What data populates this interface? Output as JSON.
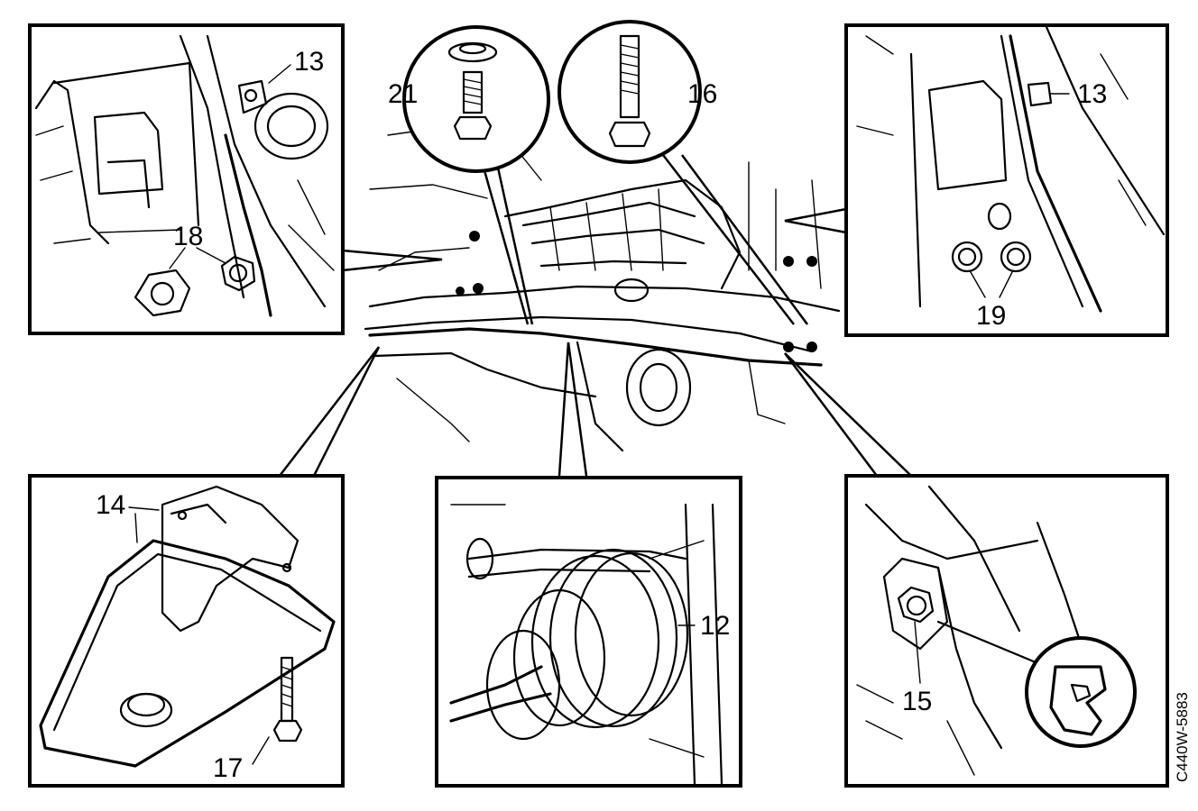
{
  "diagram": {
    "callouts": {
      "c13a": "13",
      "c18": "18",
      "c21": "21",
      "c16": "16",
      "c13b": "13",
      "c19": "19",
      "c14": "14",
      "c17": "17",
      "c12": "12",
      "c15": "15"
    },
    "reference_code": "C440W-5883"
  }
}
